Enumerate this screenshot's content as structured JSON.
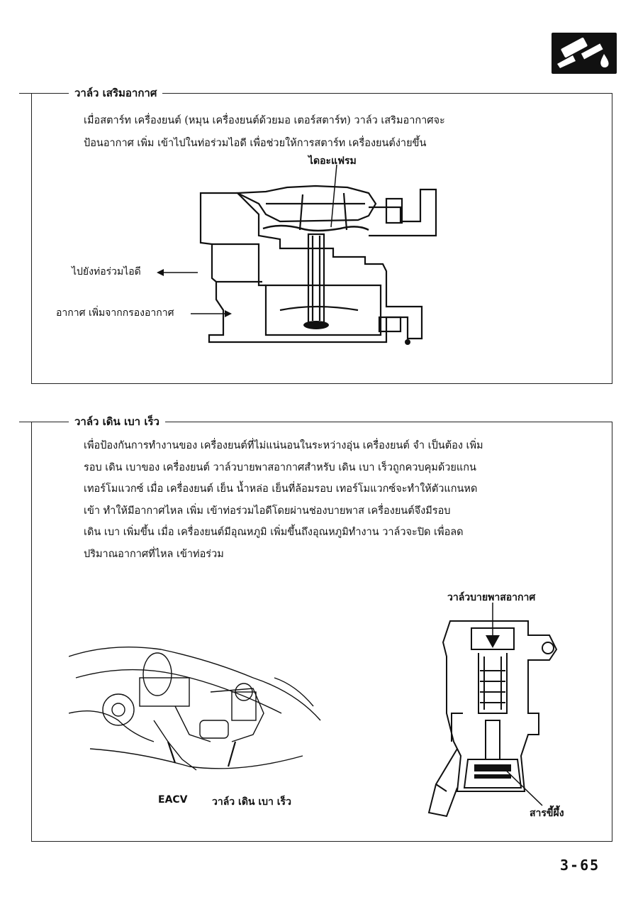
{
  "icons": {
    "tab": "fuel-nozzle-icon"
  },
  "section1": {
    "title": "วาล์ว เสริมอากาศ",
    "paragraph": [
      "เมื่อสตาร์ท เครื่องยนต์   (หมุน เครื่องยนต์ด้วยมอ เตอร์สตาร์ท)         วาล์ว เสริมอากาศจะ",
      "ป้อนอากาศ เพิ่ม เข้าไปในท่อร่วมไอดี   เพื่อช่วยให้การสตาร์ท เครื่องยนต์ง่ายขึ้น"
    ],
    "labels": {
      "diaphragm": "ไดอะแฟรม",
      "to_intake": "ไปยังท่อร่วมไอดี",
      "from_filter": "อากาศ เพิ่มจากกรองอากาศ"
    }
  },
  "section2": {
    "title": "วาล์ว เดิน เบา เร็ว",
    "paragraph": [
      "เพื่อป้องกันการทำงานของ เครื่องยนต์ที่ไม่แน่นอนในระหว่างอุ่น เครื่องยนต์  จำ เป็นต้อง เพิ่ม",
      "รอบ เดิน เบาของ เครื่องยนต์     วาล์วบายพาสอากาศสำหรับ เดิน เบา เร็วถูกควบคุมด้วยแกน",
      "เทอร์โมแวกซ์    เมื่อ เครื่องยนต์ เย็น  น้ำหล่อ เย็นที่ล้อมรอบ เทอร์โมแวกซ์จะทำให้ตัวแกนหด",
      "เข้า  ทำให้มีอากาศไหล เพิ่ม เข้าท่อร่วมไอดีโดยผ่านช่องบายพาส          เครื่องยนต์จึงมีรอบ",
      "เดิน เบา เพิ่มขึ้น    เมื่อ เครื่องยนต์มีอุณหภูมิ เพิ่มขึ้นถึงอุณหภูมิทำงาน        วาล์วจะปิด  เพื่อลด",
      "ปริมาณอากาศที่ไหล เข้าท่อร่วม"
    ],
    "labels": {
      "bypass_valve": "วาล์วบายพาสอากาศ",
      "eacv": "EACV",
      "fast_idle_valve": "วาล์ว เดิน เบา เร็ว",
      "wax": "สารขี้ผึ้ง"
    }
  },
  "page_number": "3-65"
}
